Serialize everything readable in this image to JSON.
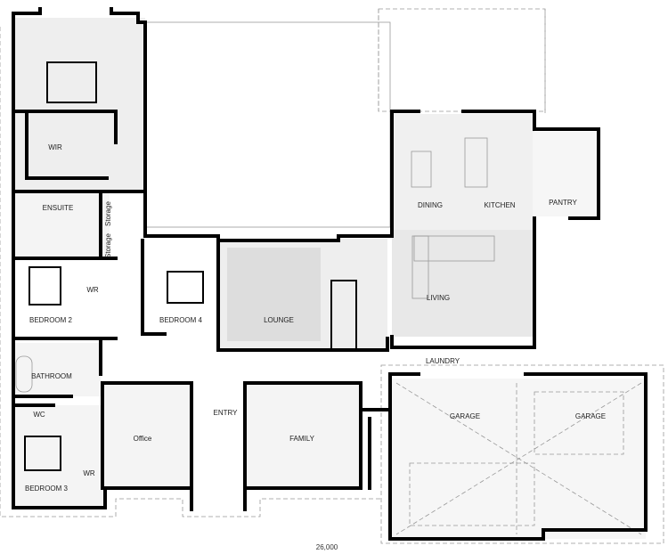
{
  "rooms": {
    "wir": "WIR",
    "ensuite": "ENSUITE",
    "storage_1": "Storage",
    "storage_2": "Storage",
    "bedroom_2": "BEDROOM 2",
    "wr_1": "WR",
    "bathroom": "BATHROOM",
    "wc": "WC",
    "bedroom_3": "BEDROOM 3",
    "wr_2": "WR",
    "office": "Office",
    "bedroom_4": "BEDROOM 4",
    "lounge": "LOUNGE",
    "entry": "ENTRY",
    "family": "FAMILY",
    "dining": "DINING",
    "kitchen": "KITCHEN",
    "pantry": "PANTRY",
    "living": "LIVING",
    "laundry": "LAUNDRY",
    "garage_1": "GARAGE",
    "garage_2": "GARAGE"
  },
  "dimension": "26,000",
  "colors": {
    "wall": "#000000",
    "floor_fill": "#eeeeee",
    "lounge_fill": "#dddddd"
  }
}
